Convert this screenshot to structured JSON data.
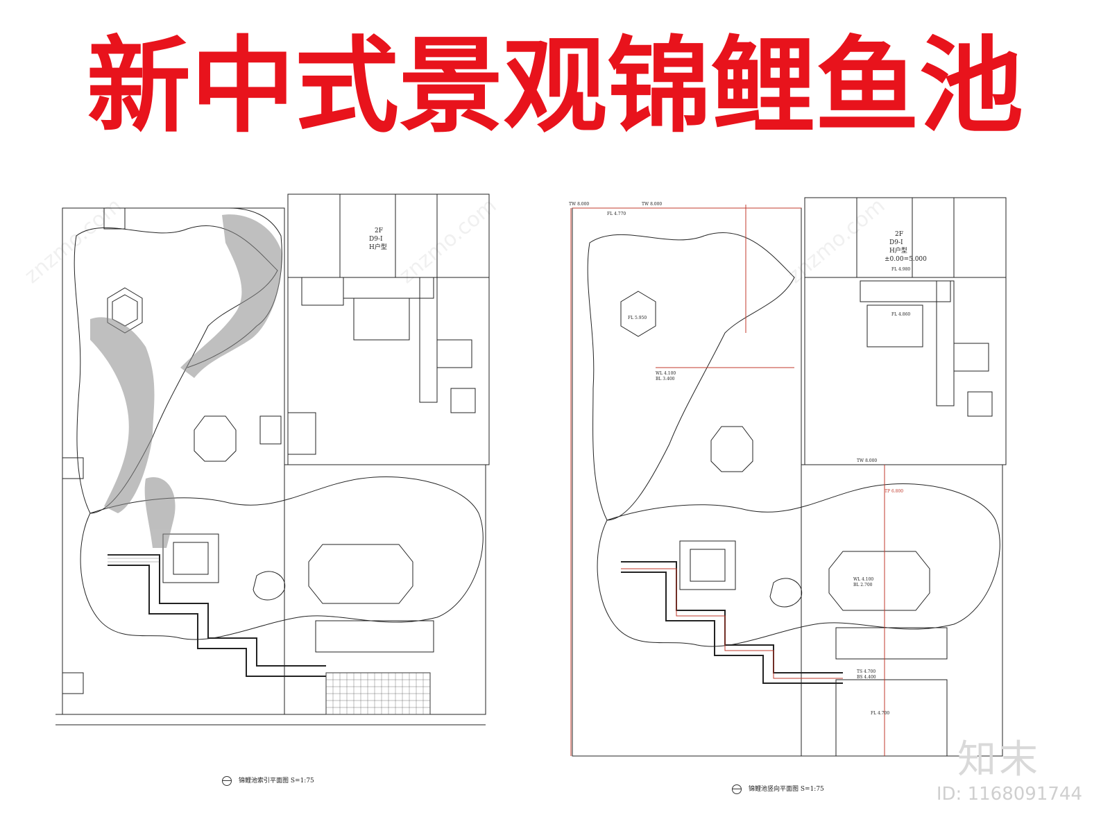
{
  "title": "新中式景观锦鲤鱼池",
  "plans": {
    "left": {
      "caption": "锦鲤池索引平面图 S=1:75",
      "unit_labels": [
        "2F",
        "D9-I",
        "H户型"
      ]
    },
    "right": {
      "caption": "锦鲤池竖向平面图 S=1:75",
      "unit_labels": [
        "2F",
        "D9-I",
        "H户型",
        "±0.00=5.000"
      ],
      "elevations": [
        "TW 8.000",
        "TW 8.000",
        "TW 8.000",
        "FL 4.770",
        "FL 5.950",
        "WL 4.100",
        "BL 3.400",
        "WL 4.100",
        "BL 2.700",
        "TS 4.700",
        "BS 4.400",
        "FL 4.700",
        "TP 6.800",
        "FL 4.980",
        "FL 4.860"
      ]
    }
  },
  "brand": {
    "logo_text": "知末",
    "id_text": "ID: 1168091744"
  },
  "colors": {
    "title": "#e8131c",
    "line": "#222222",
    "accent_red": "#c0392b"
  }
}
